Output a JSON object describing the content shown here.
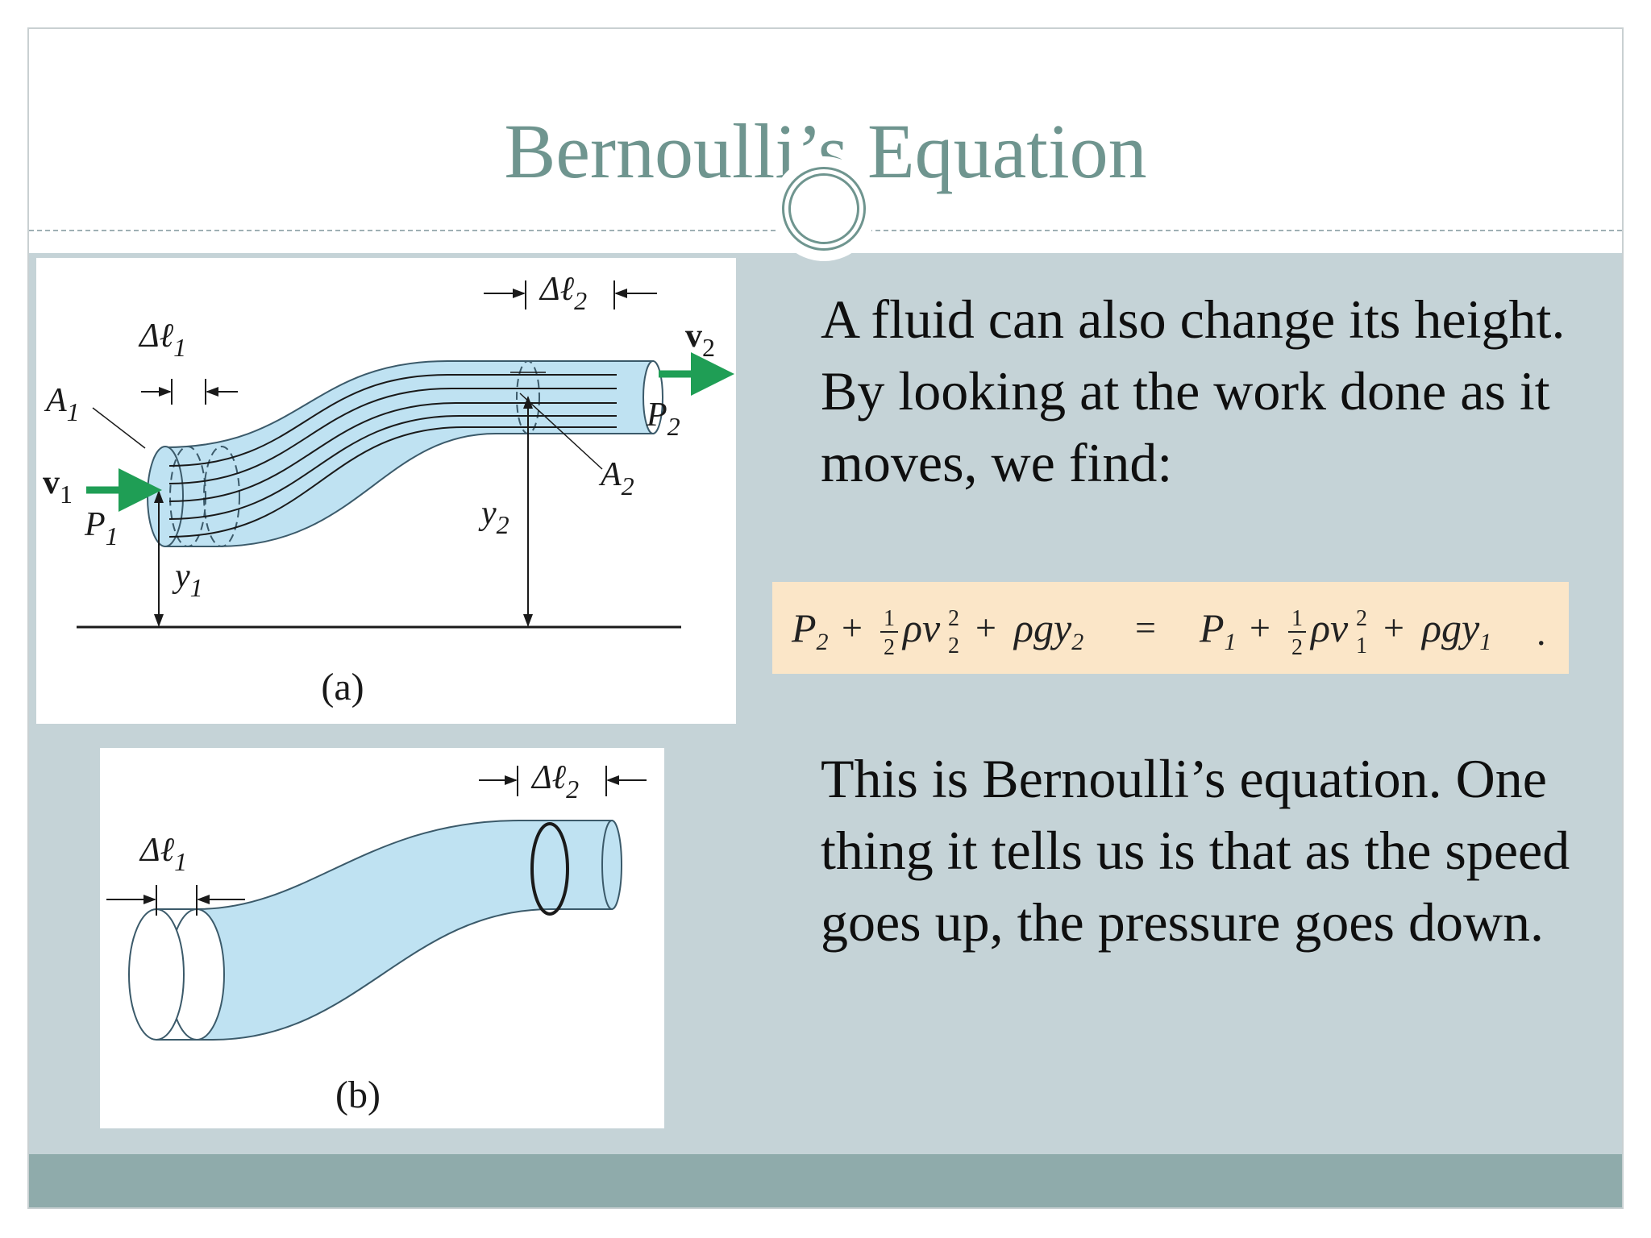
{
  "slide": {
    "title": "Bernoulli’s Equation",
    "paragraph_1": "A fluid can also change its height. By looking at the work done as it moves, we find:",
    "paragraph_2": "This is Bernoulli’s equation. One thing it tells us is that as the speed goes up, the pressure goes down."
  },
  "equation": {
    "lhs_P": "P",
    "lhs_P_sub": "2",
    "half_num": "1",
    "half_den": "2",
    "rho": "ρ",
    "v": "v",
    "v2_sup": "2",
    "v2_sub": "2",
    "rho_g_y2": "ρgy",
    "y2_sub": "2",
    "equals": "=",
    "rhs_P": "P",
    "rhs_P_sub": "1",
    "v1_sup": "2",
    "v1_sub": "1",
    "y1_sub": "1",
    "plus": "+",
    "period": "."
  },
  "figure_a": {
    "caption": "(a)",
    "delta_l1": "Δℓ",
    "delta_l1_sub": "1",
    "delta_l2": "Δℓ",
    "delta_l2_sub": "2",
    "A1": "A",
    "A1_sub": "1",
    "A2": "A",
    "A2_sub": "2",
    "v1": "v",
    "v1_sub": "1",
    "v2": "v",
    "v2_sub": "2",
    "P1": "P",
    "P1_sub": "1",
    "P2": "P",
    "P2_sub": "2",
    "y1": "y",
    "y1_sub": "1",
    "y2": "y",
    "y2_sub": "2"
  },
  "figure_b": {
    "caption": "(b)",
    "delta_l1": "Δℓ",
    "delta_l1_sub": "1",
    "delta_l2": "Δℓ",
    "delta_l2_sub": "2"
  },
  "colors": {
    "title": "#6f958f",
    "content_bg": "#c5d3d7",
    "footer": "#8fabab",
    "fluid": "#bfe2f2",
    "arrow": "#1f9e55",
    "equation_bg": "#fbe6c8"
  }
}
